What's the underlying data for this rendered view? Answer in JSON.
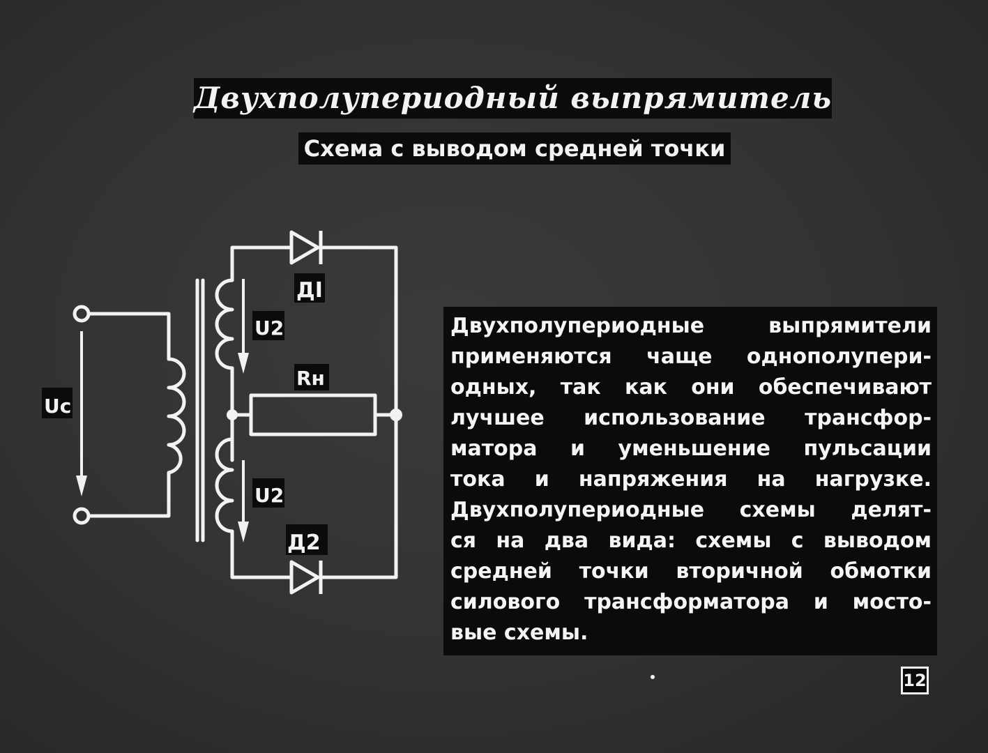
{
  "title": "Двухполупериодный выпрямитель",
  "subtitle": "Схема с выводом средней точки",
  "description_lines": [
    "Двухполупериодные выпрямители",
    "применяются чаще однополупери-",
    "одных, так как они обеспечивают",
    "лучшее использование трансфор-",
    "матора и уменьшение пульсации",
    "тока и напряжения на нагрузке.",
    "Двухполупериодные схемы делят-",
    "ся на два вида: схемы с выводом",
    "средней точки вторичной обмотки",
    "силового трансформатора и мосто-",
    "вые схемы."
  ],
  "page_number": "12",
  "diagram": {
    "labels": {
      "input_voltage": "Uc",
      "secondary_voltage_top": "U2",
      "secondary_voltage_bottom": "U2",
      "load_resistor": "Rн",
      "diode_top": "ДI",
      "diode_bottom": "Д2"
    },
    "colors": {
      "line": "#f2f2f2",
      "label_background": "#0b0b0b"
    }
  }
}
